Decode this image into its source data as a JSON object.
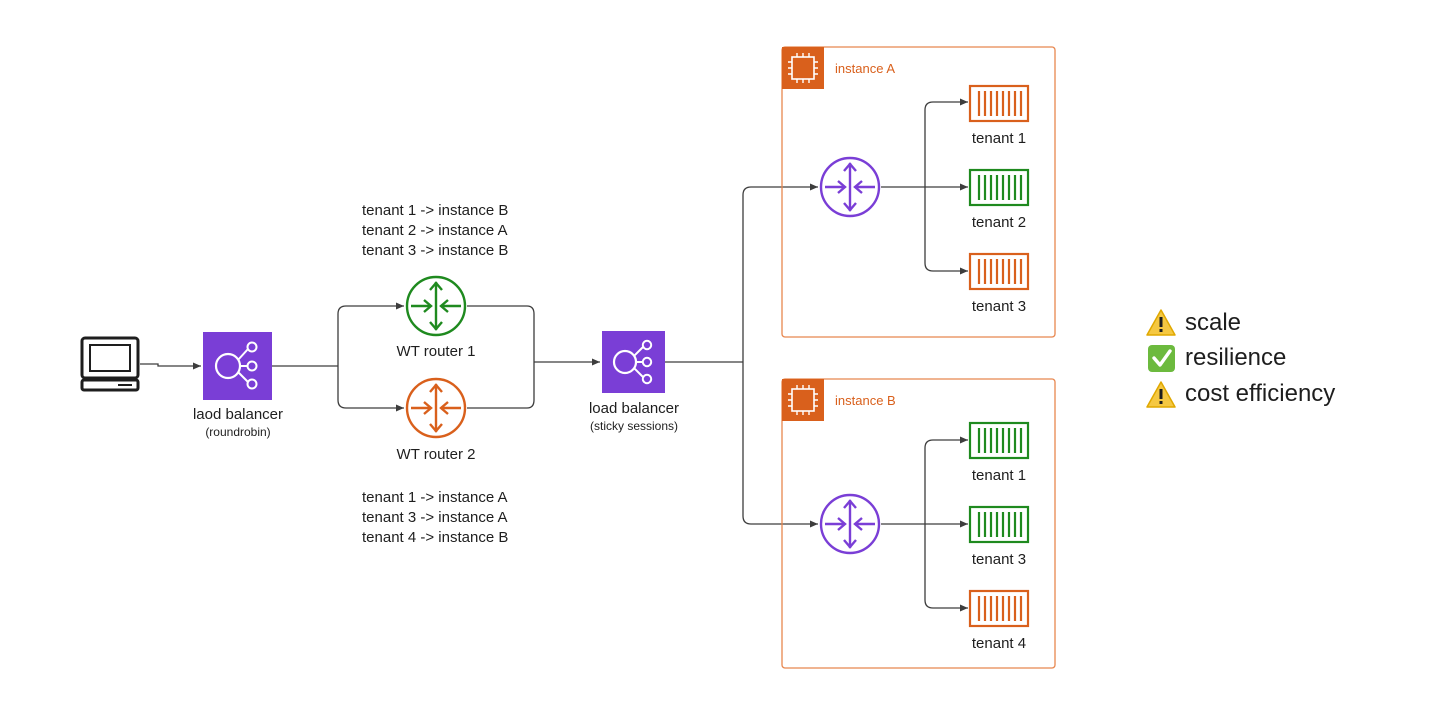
{
  "colors": {
    "purple": "#7a3ed6",
    "green": "#1f8a1f",
    "orange": "#d9601c",
    "line": "#3d3d3d",
    "warn": "#f5c842",
    "ok": "#6cba3e"
  },
  "client": {
    "icon": "laptop-icon"
  },
  "lb1": {
    "label": "laod balancer",
    "sublabel": "(roundrobin)",
    "icon": "load-balancer-icon"
  },
  "router1": {
    "label": "WT router 1",
    "mappings": [
      "tenant 1 -> instance B",
      "tenant 2 -> instance A",
      "tenant 3 -> instance B"
    ]
  },
  "router2": {
    "label": "WT router 2",
    "mappings": [
      "tenant 1 -> instance A",
      "tenant 3 -> instance A",
      "tenant 4 -> instance B"
    ]
  },
  "lb2": {
    "label": "load balancer",
    "sublabel": "(sticky sessions)",
    "icon": "load-balancer-icon"
  },
  "instanceA": {
    "label": "instance A",
    "tenants": [
      {
        "label": "tenant 1",
        "color": "orange"
      },
      {
        "label": "tenant 2",
        "color": "green"
      },
      {
        "label": "tenant 3",
        "color": "orange"
      }
    ]
  },
  "instanceB": {
    "label": "instance B",
    "tenants": [
      {
        "label": "tenant 1",
        "color": "green"
      },
      {
        "label": "tenant 3",
        "color": "green"
      },
      {
        "label": "tenant 4",
        "color": "orange"
      }
    ]
  },
  "status": [
    {
      "icon": "warning-icon",
      "label": "scale"
    },
    {
      "icon": "check-icon",
      "label": "resilience"
    },
    {
      "icon": "warning-icon",
      "label": "cost efficiency"
    }
  ]
}
